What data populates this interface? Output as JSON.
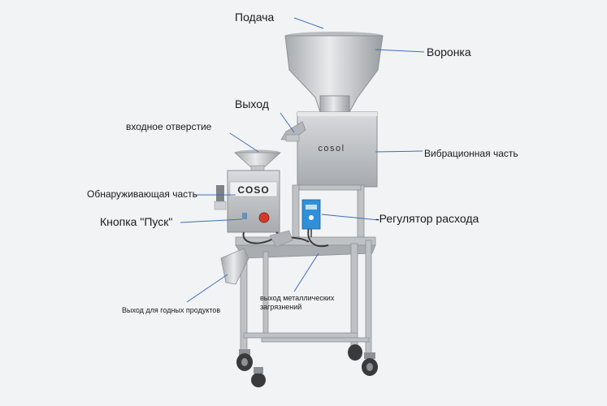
{
  "labels": {
    "feed": "Подача",
    "funnel": "Воронка",
    "outlet": "Выход",
    "inlet": "входное отверстие",
    "vibration": "Вибрационная часть",
    "detecting": "Обнаруживающая часть",
    "flow_regulator": "-Регулятор расхода",
    "start_button": "Кнопка \"Пуск\"",
    "good_outlet": "Выход для годных продуктов",
    "metal_outlet_line1": "выход металлических",
    "metal_outlet_line2": "загрязнений"
  },
  "brand": {
    "vibrator_logo": "cosol",
    "detector_logo": "COSO"
  },
  "colors": {
    "steel": "#c9cbce",
    "steel_dark": "#8d9094",
    "pointer": "#3d6fb6",
    "regulator": "#2f8fd8",
    "button_red": "#d23a2a",
    "background": "#f2f3f5"
  }
}
